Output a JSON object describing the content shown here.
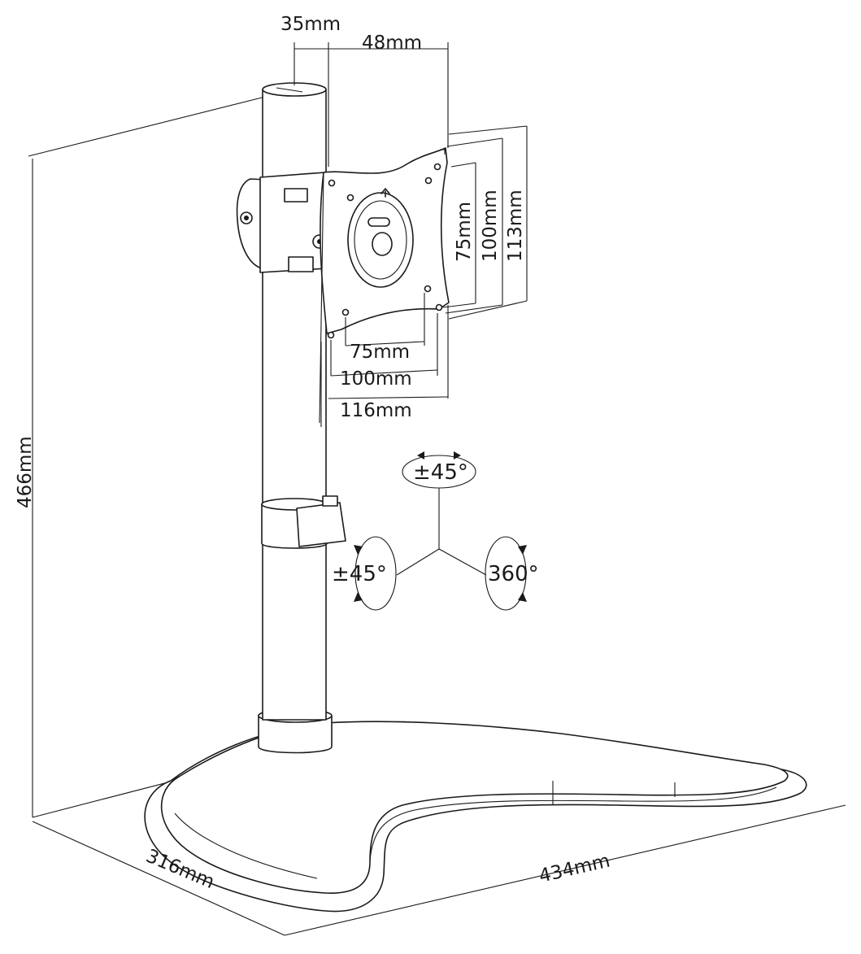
{
  "dimensions": {
    "pole_diameter": "35mm",
    "pole_to_plate": "48mm",
    "vesa_v_75": "75mm",
    "vesa_v_100": "100mm",
    "plate_height": "113mm",
    "vesa_h_75": "75mm",
    "vesa_h_100": "100mm",
    "plate_width": "116mm",
    "total_height": "466mm",
    "base_depth": "316mm",
    "base_width": "434mm"
  },
  "adjustments": {
    "tilt": "±45°",
    "swivel": "±45°",
    "rotation": "360°"
  },
  "colors": {
    "line": "#1a1a1a",
    "background": "#ffffff"
  }
}
